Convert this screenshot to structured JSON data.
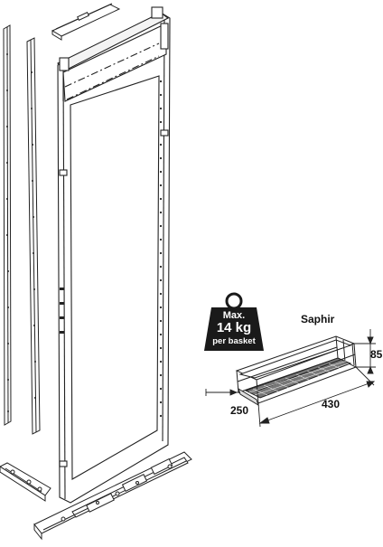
{
  "weight_badge": {
    "line1": "Max.",
    "line2": "14 kg",
    "line3": "per basket"
  },
  "product_name": "Saphir",
  "dimensions": {
    "height": "85",
    "width": "250",
    "depth": "430"
  },
  "colors": {
    "line": "#222222",
    "badge": "#1a1a1a",
    "background": "#ffffff"
  }
}
